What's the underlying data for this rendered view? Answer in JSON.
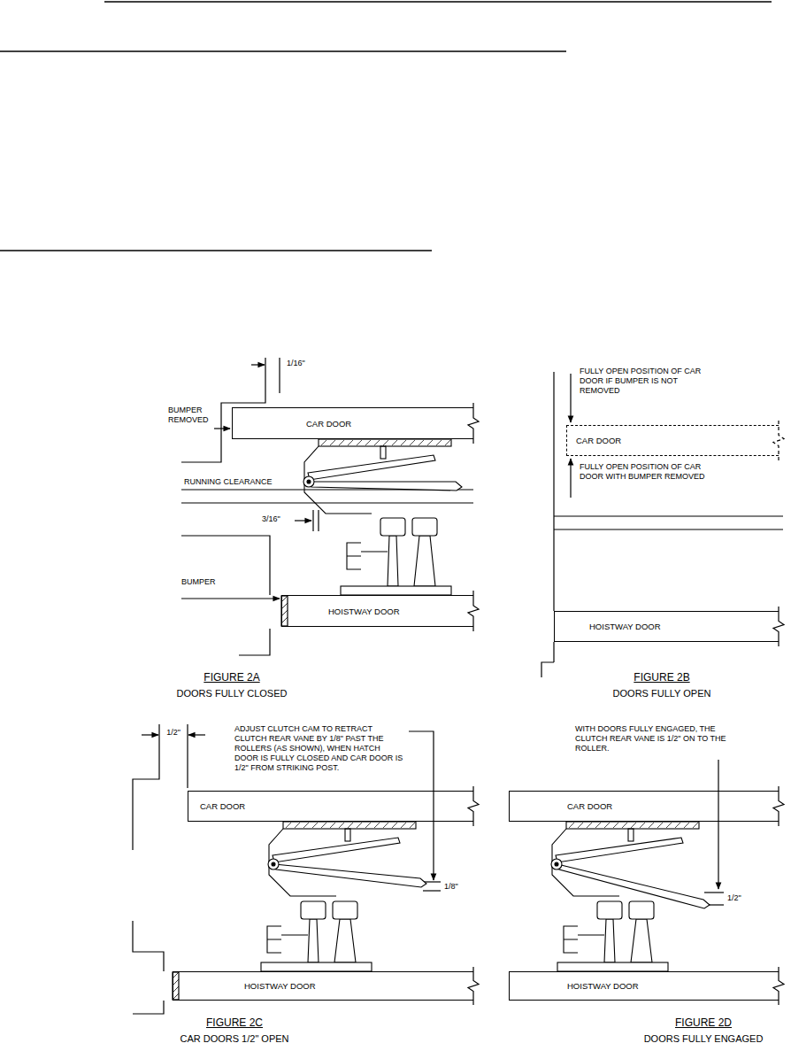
{
  "diagram": {
    "nodes": [
      {
        "text": [
          "CAR DOOR"
        ]
      },
      {
        "text": [
          "HOISTWAY DOOR"
        ]
      },
      {
        "text": [
          "CAR DOOR"
        ]
      },
      {
        "text": [
          "HOISTWAY DOOR"
        ]
      },
      {
        "text": [
          "CAR DOOR"
        ]
      },
      {
        "text": [
          "HOISTWAY DOOR"
        ]
      },
      {
        "text": [
          "CAR DOOR"
        ]
      },
      {
        "text": [
          "HOISTWAY DOOR"
        ]
      }
    ],
    "labels": [
      "1/16\"",
      "BUMPER REMOVED",
      "RUNNING CLEARANCE",
      "3/16\"",
      "BUMPER",
      "FIGURE 2A",
      "DOORS FULLY CLOSED",
      "FULLY OPEN POSITION OF CAR DOOR IF BUMPER IS NOT REMOVED",
      "FULLY OPEN POSITION OF CAR DOOR WITH BUMPER REMOVED",
      "FIGURE 2B",
      "DOORS FULLY OPEN",
      "1/2\"",
      "ADJUST CLUTCH CAM TO RETRACT CLUTCH REAR VANE BY 1/8\" PAST THE ROLLERS (AS SHOWN), WHEN HATCH DOOR IS FULLY CLOSED AND CAR DOOR IS 1/2\" FROM STRIKING POST.",
      "1/8\"",
      "FIGURE 2C",
      "CAR DOORS 1/2\" OPEN",
      "WITH DOORS FULLY ENGAGED, THE CLUTCH REAR VANE IS 1/2\" ON TO THE ROLLER.",
      "1/2\"",
      "FIGURE 2D",
      "DOORS FULLY ENGAGED"
    ]
  }
}
